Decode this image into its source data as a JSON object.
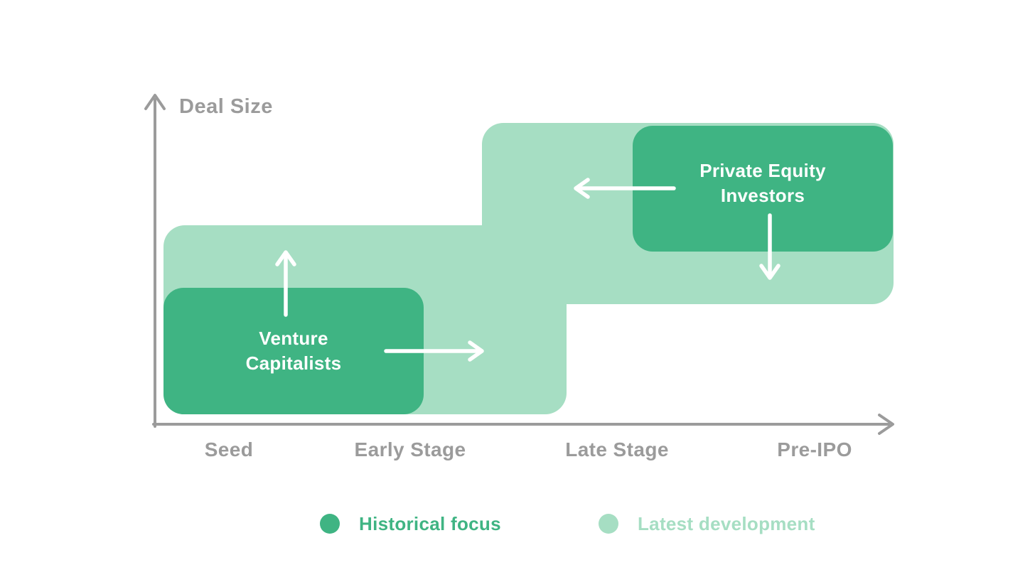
{
  "diagram": {
    "type": "stage-positioning-diagram",
    "description_visible_only": "Two investor groups plotted against funding stage (x) and deal size (y), with historical focus boxes and lighter latest-development regions; white arrows show movement up/right from Venture Capitalists and left/down from Private Equity Investors."
  },
  "axes": {
    "y_label": "Deal Size",
    "x_labels": [
      "Seed",
      "Early Stage",
      "Late Stage",
      "Pre-IPO"
    ]
  },
  "boxes": {
    "venture_capitalists": "Venture\nCapitalists",
    "private_equity": "Private Equity\nInvestors"
  },
  "arrows": [
    {
      "name": "vc-up-arrow",
      "direction": "up"
    },
    {
      "name": "vc-right-arrow",
      "direction": "right"
    },
    {
      "name": "pe-left-arrow",
      "direction": "left"
    },
    {
      "name": "pe-down-arrow",
      "direction": "down"
    }
  ],
  "legend": {
    "items": [
      {
        "label": "Historical focus",
        "color": "#3fb483"
      },
      {
        "label": "Latest development",
        "color": "#a6dec3"
      }
    ]
  },
  "colors": {
    "historical_green": "#3fb483",
    "latest_green": "#a6dec3",
    "axis_gray": "#9b9b9b",
    "arrow_white": "#ffffff",
    "background": "#ffffff"
  }
}
